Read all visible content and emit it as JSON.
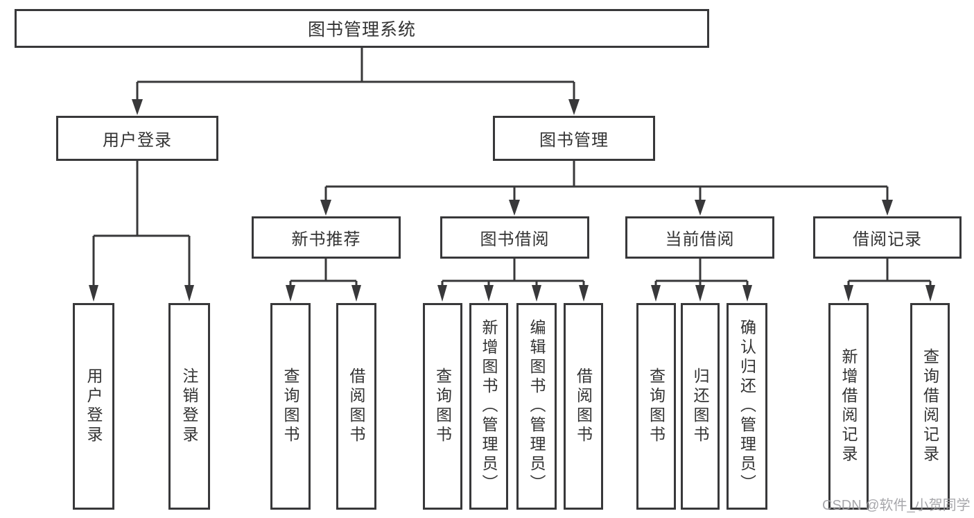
{
  "tree": {
    "root": {
      "label": "图书管理系统"
    },
    "level2": [
      {
        "label": "用户登录"
      },
      {
        "label": "图书管理"
      }
    ],
    "level3": [
      {
        "label": "新书推荐"
      },
      {
        "label": "图书借阅"
      },
      {
        "label": "当前借阅"
      },
      {
        "label": "借阅记录"
      }
    ],
    "leaves": [
      {
        "label": "用户登录"
      },
      {
        "label": "注销登录"
      },
      {
        "label": "查询图书"
      },
      {
        "label": "借阅图书"
      },
      {
        "label": "查询图书"
      },
      {
        "label": "新增图书（管理员）"
      },
      {
        "label": "编辑图书（管理员）"
      },
      {
        "label": "借阅图书"
      },
      {
        "label": "查询图书"
      },
      {
        "label": "归还图书"
      },
      {
        "label": "确认归还（管理员）"
      },
      {
        "label": "新增借阅记录"
      },
      {
        "label": "查询借阅记录"
      }
    ]
  },
  "watermark": {
    "text": "CSDN @软件_小贺同学"
  },
  "colors": {
    "line": "#38383a",
    "text": "#333333",
    "watermark": "#9e9ea2",
    "background": "#ffffff"
  }
}
